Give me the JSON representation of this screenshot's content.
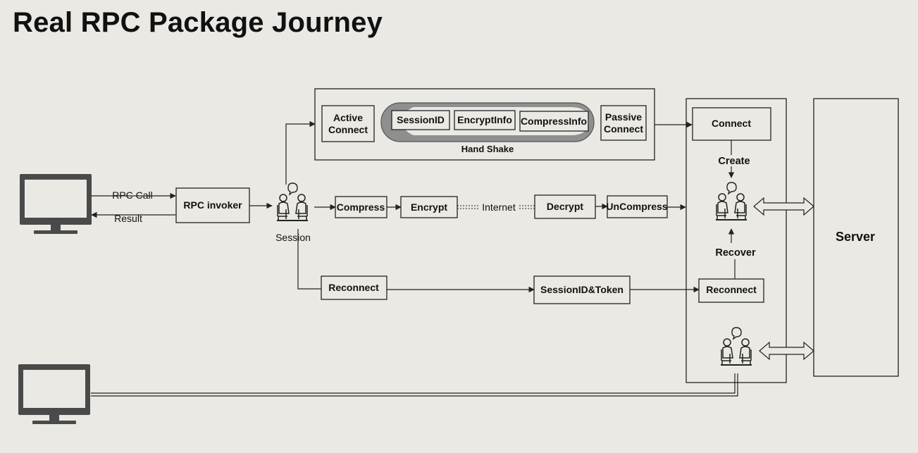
{
  "title": "Real RPC Package Journey",
  "handshake": {
    "active": [
      "Active",
      "Connect"
    ],
    "passive": [
      "Passive",
      "Connect"
    ],
    "items": [
      "SessionID",
      "EncryptInfo",
      "CompressInfo"
    ],
    "label": "Hand Shake"
  },
  "client": {
    "rpc_call": "RPC Call",
    "result": "Result",
    "invoker": "RPC invoker",
    "session": "Session"
  },
  "pipeline": {
    "compress": "Compress",
    "encrypt": "Encrypt",
    "internet": "Internet",
    "decrypt": "Decrypt",
    "uncompress": "UnCompress"
  },
  "reconnect": {
    "client_label": "Reconnect",
    "token": "SessionID&Token",
    "server_label": "Reconnect"
  },
  "gateway": {
    "connect": "Connect",
    "create": "Create",
    "recover": "Recover"
  },
  "server": "Server",
  "colors": {
    "background": "#eae9e3",
    "pill": "#8f8f8f",
    "stroke": "#222222"
  },
  "icons": [
    "monitor-icon",
    "meeting-people-icon",
    "double-arrow-icon"
  ]
}
